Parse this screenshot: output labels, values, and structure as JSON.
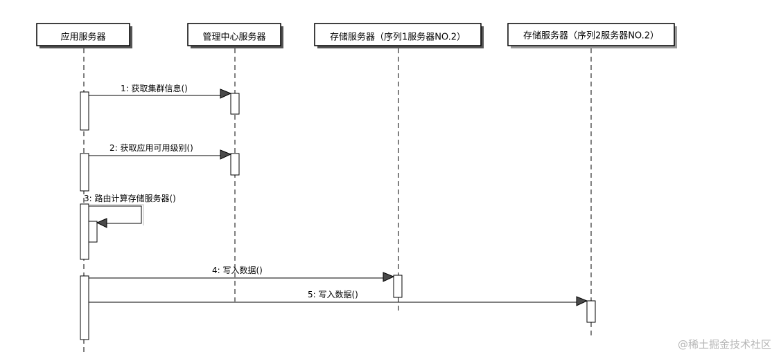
{
  "participants": [
    {
      "label": "应用服务器"
    },
    {
      "label": "管理中心服务器"
    },
    {
      "label": "存储服务器（序列1服务器NO.2）"
    },
    {
      "label": "存储服务器（序列2服务器NO.2）"
    }
  ],
  "messages": [
    {
      "label": "1: 获取集群信息()"
    },
    {
      "label": "2: 获取应用可用级别()"
    },
    {
      "label": "3: 路由计算存储服务器()"
    },
    {
      "label": "4: 写入数据()"
    },
    {
      "label": "5: 写入数据()"
    }
  ],
  "watermark": "@稀土掘金技术社区"
}
